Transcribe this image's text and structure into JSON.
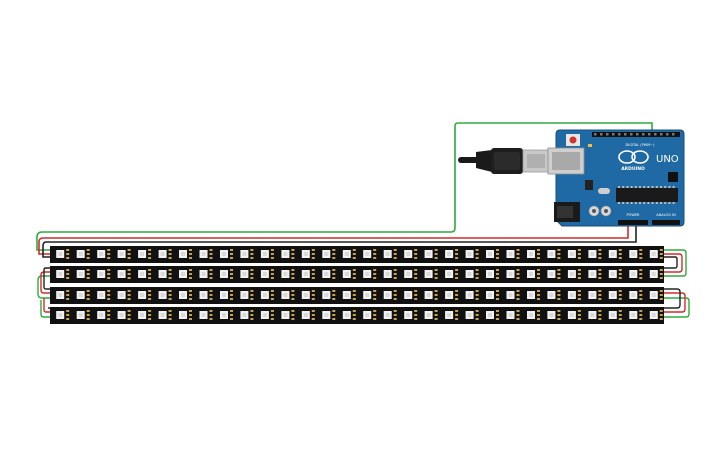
{
  "board": {
    "brand": "ARDUINO",
    "model": "UNO",
    "header_digital": "DIGITAL (PWM~)",
    "header_power": "POWER",
    "header_analog": "ANALOG IN",
    "color": "#1f6aa5"
  },
  "strips": {
    "count": 4,
    "leds_per_strip": 30,
    "strip_color": "#111111",
    "led_color": "#f2f2f2"
  },
  "wires": {
    "data_color": "#2eaa3c",
    "power_color": "#d42a2a",
    "ground_color": "#222222"
  },
  "cable": {
    "color": "#1a1a1a",
    "plug_color": "#c8c8c8"
  }
}
